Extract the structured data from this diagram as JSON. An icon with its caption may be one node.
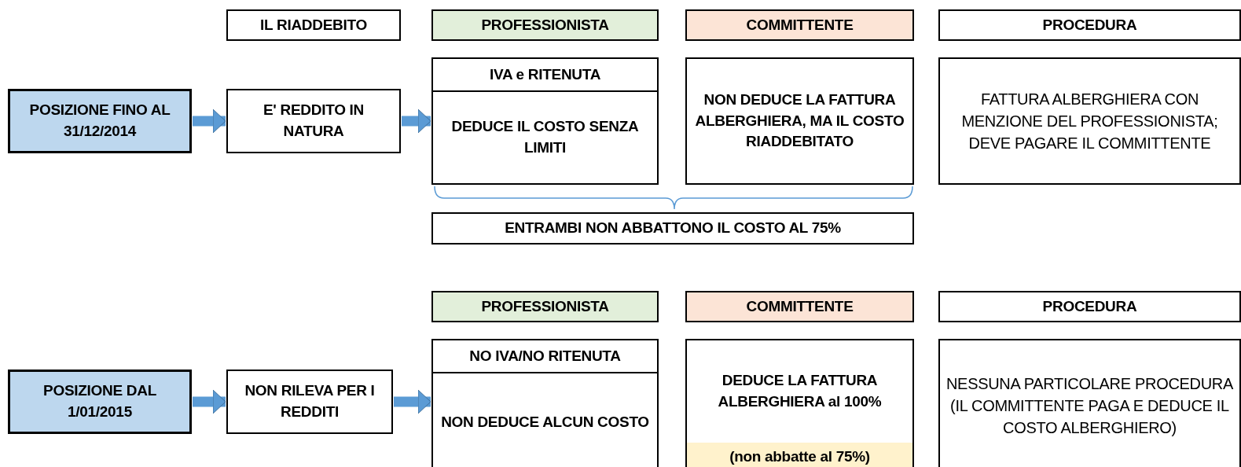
{
  "diagram": {
    "nodes": [
      {
        "text": [
          "IL RIADDEBITO"
        ]
      },
      {
        "text": [
          "PROFESSIONISTA"
        ]
      },
      {
        "text": [
          "COMMITTENTE"
        ]
      },
      {
        "text": [
          "PROCEDURA"
        ]
      },
      {
        "text": [
          "POSIZIONE FINO AL 31/12/2014"
        ]
      },
      {
        "text": [
          "E' REDDITO IN NATURA"
        ]
      },
      {
        "text": [
          "IVA e RITENUTA",
          "DEDUCE IL COSTO SENZA LIMITI"
        ]
      },
      {
        "text": [
          "NON DEDUCE LA FATTURA ALBERGHIERA, MA IL COSTO RIADDEBITATO"
        ]
      },
      {
        "text": [
          "FATTURA ALBERGHIERA CON MENZIONE DEL PROFESSIONISTA; DEVE PAGARE IL COMMITTENTE"
        ]
      },
      {
        "text": [
          "ENTRAMBI NON ABBATTONO IL COSTO AL 75%"
        ]
      },
      {
        "text": [
          "PROFESSIONISTA"
        ]
      },
      {
        "text": [
          "COMMITTENTE"
        ]
      },
      {
        "text": [
          "PROCEDURA"
        ]
      },
      {
        "text": [
          "POSIZIONE DAL 1/01/2015"
        ]
      },
      {
        "text": [
          "NON RILEVA PER I REDDITI"
        ]
      },
      {
        "text": [
          "NO IVA/NO RITENUTA",
          "NON DEDUCE ALCUN COSTO"
        ]
      },
      {
        "text": [
          "DEDUCE LA FATTURA ALBERGHIERA al 100%",
          "(non abbatte al 75%)"
        ]
      },
      {
        "text": [
          "NESSUNA PARTICOLARE PROCEDURA (IL COMMITTENTE PAGA E DEDUCE IL COSTO ALBERGHIERO)"
        ]
      }
    ],
    "edges": [
      {
        "from": 4,
        "to": 5,
        "arrow": "to"
      },
      {
        "from": 5,
        "to": 6,
        "arrow": "to"
      },
      {
        "from": 13,
        "to": 14,
        "arrow": "to"
      },
      {
        "from": 14,
        "to": 15,
        "arrow": "to"
      }
    ]
  }
}
